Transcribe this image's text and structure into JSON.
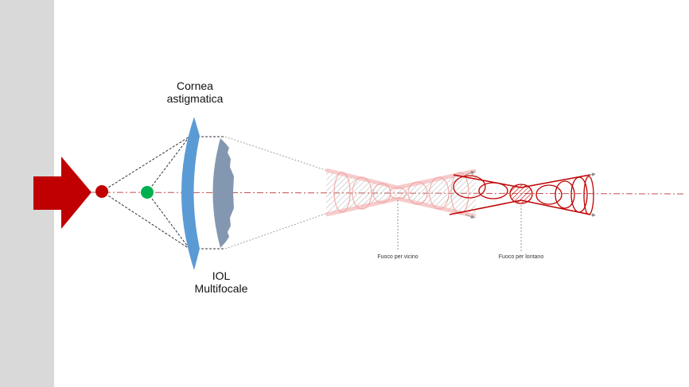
{
  "labels": {
    "cornea_line1": "Cornea",
    "cornea_line2": "astigmatica",
    "iol_line1": "IOL",
    "iol_line2": "Multifocale",
    "near_focus": "Fuoco per vicino",
    "far_focus": "Fuoco per lontano"
  },
  "icons": {
    "light_source": "red-arrow-icon",
    "object_point": "red-dot-icon",
    "image_point": "green-dot-icon"
  },
  "colors": {
    "sidebar": "#d9d9d9",
    "arrow": "#c00000",
    "red_point": "#c00000",
    "green_point": "#00b050",
    "cornea": "#5b9bd5",
    "iol": "#8497b0",
    "axis": "#c0504d",
    "far_cone": "#c00000",
    "near_cone": "#f4b6b6",
    "guide": "#7f7f7f"
  }
}
